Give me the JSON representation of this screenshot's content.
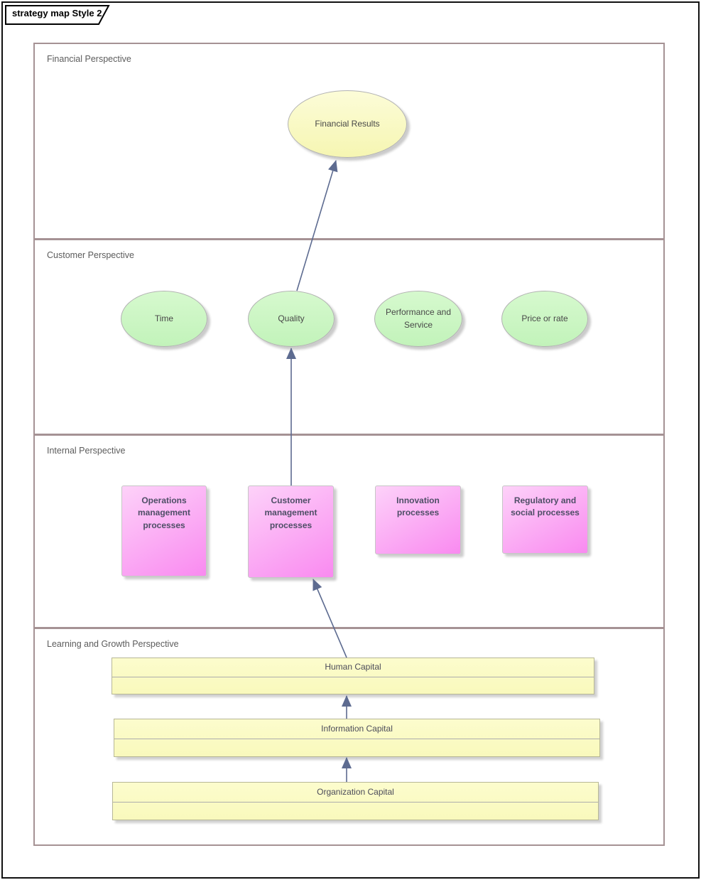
{
  "frame": {
    "title": "strategy map Style 2"
  },
  "lanes": [
    {
      "label": "Financial Perspective",
      "nodes": [
        {
          "id": "financial-results",
          "shape": "ellipse",
          "label": "Financial Results",
          "fill": "#f8f8c2"
        }
      ]
    },
    {
      "label": "Customer Perspective",
      "nodes": [
        {
          "id": "time",
          "shape": "ellipse",
          "label": "Time",
          "fill": "#caf6c3"
        },
        {
          "id": "quality",
          "shape": "ellipse",
          "label": "Quality",
          "fill": "#caf6c3"
        },
        {
          "id": "performance-and-service",
          "shape": "ellipse",
          "label": "Performance and Service",
          "fill": "#caf6c3"
        },
        {
          "id": "price-or-rate",
          "shape": "ellipse",
          "label": "Price or rate",
          "fill": "#caf6c3"
        }
      ]
    },
    {
      "label": "Internal Perspective",
      "nodes": [
        {
          "id": "operations-management-processes",
          "shape": "rect",
          "label": "Operations management processes",
          "fill": "#f990f0"
        },
        {
          "id": "customer-management-processes",
          "shape": "rect",
          "label": "Customer management processes",
          "fill": "#f990f0"
        },
        {
          "id": "innovation-processes",
          "shape": "rect",
          "label": "Innovation processes",
          "fill": "#f990f0"
        },
        {
          "id": "regulatory-and-social-processes",
          "shape": "rect",
          "label": "Regulatory and social processes",
          "fill": "#f990f0"
        }
      ]
    },
    {
      "label": "Learning and Growth Perspective",
      "nodes": [
        {
          "id": "human-capital",
          "shape": "bar",
          "label": "Human Capital",
          "fill": "#fbfbc5"
        },
        {
          "id": "information-capital",
          "shape": "bar",
          "label": "Information Capital",
          "fill": "#fbfbc5"
        },
        {
          "id": "organization-capital",
          "shape": "bar",
          "label": "Organization Capital",
          "fill": "#fbfbc5"
        }
      ]
    }
  ],
  "connectors": [
    {
      "from": "Organization Capital",
      "to": "Information Capital"
    },
    {
      "from": "Information Capital",
      "to": "Human Capital"
    },
    {
      "from": "Human Capital",
      "to": "Customer management processes"
    },
    {
      "from": "Customer management processes",
      "to": "Quality"
    },
    {
      "from": "Quality",
      "to": "Financial Results"
    }
  ],
  "colors": {
    "lane_border": "#a59294",
    "connector": "#5d6b90",
    "frame_border": "#111111",
    "financial_ellipse_fill": "#f8f8c2",
    "customer_ellipse_fill": "#caf6c3",
    "process_fill_top": "#fdd2f9",
    "process_fill_bottom": "#f98af0",
    "capital_bar_fill": "#fbfbc5"
  }
}
